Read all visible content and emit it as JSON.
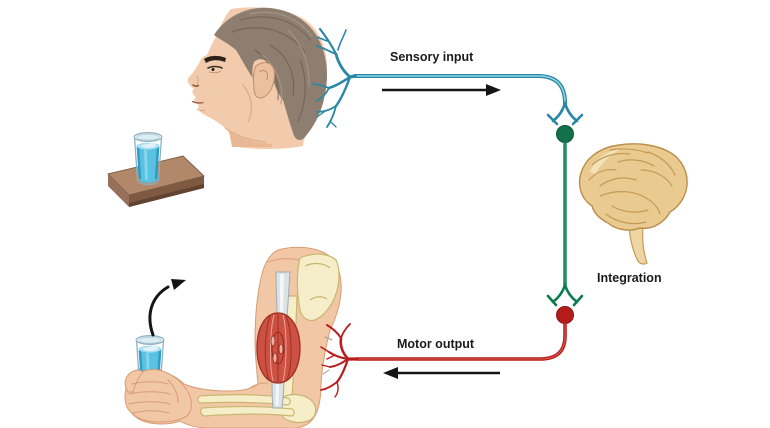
{
  "figure": {
    "type": "diagram",
    "topic": "Nervous system functions: sensory input, integration, motor output",
    "labels": {
      "sensory_input": "Sensory input",
      "integration": "Integration",
      "motor_output": "Motor output"
    },
    "flow_sequence": [
      "Sensory input",
      "Integration",
      "Motor output"
    ],
    "icons": {
      "stimulus": "glass-of-water-on-table",
      "receptor": "head-profile-with-sensory-nerve-endings",
      "control_center": "brain",
      "effector": "arm-flexing-biceps-lifting-glass",
      "synapses": [
        "interneuron-soma-green-dot",
        "motor-neuron-soma-red-dot"
      ]
    },
    "colors": {
      "sensory_pathway_blue": "#2a87a5",
      "integration_pathway_green": "#0e7a4f",
      "motor_pathway_red": "#b81d1d",
      "arrow_black": "#151515",
      "brain_tan": "#e9cb92",
      "skin": "#f2c7a6",
      "muscle_red": "#cd5142",
      "bone_cream": "#f5eec9",
      "tendon_gray": "#dde2e5",
      "water_blue": "#59c1e1",
      "table_brown": "#b1886a",
      "background": "#ffffff"
    }
  }
}
